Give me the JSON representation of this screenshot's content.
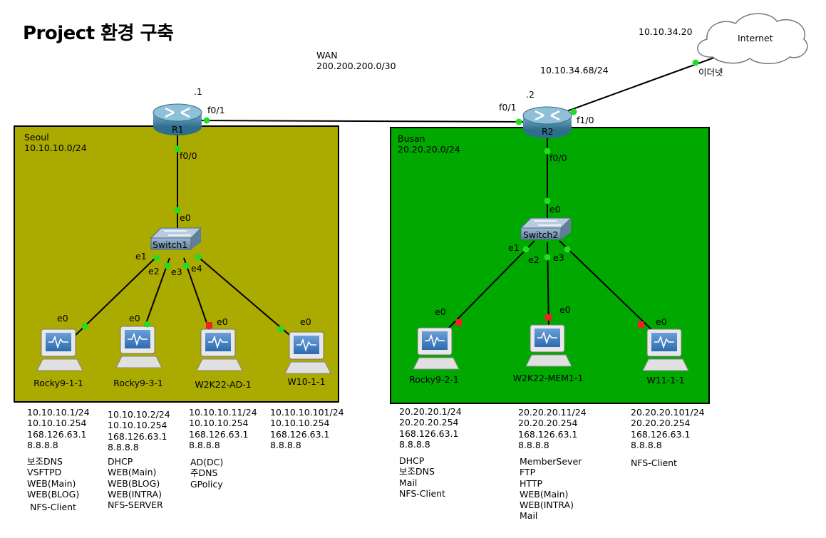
{
  "title": "Project 환경 구축",
  "wan": {
    "label": "WAN",
    "network": "200.200.200.0/30"
  },
  "internet": {
    "label": "Internet",
    "ip": "10.10.34.20",
    "link_ip": "10.10.34.68/24",
    "iface": "이더넷"
  },
  "r1": {
    "name": "R1",
    "host_id": ".1",
    "wan_if": "f0/1",
    "lan_if": "f0/0"
  },
  "r2": {
    "name": "R2",
    "host_id": ".2",
    "wan_if": "f0/1",
    "inet_if": "f1/0",
    "lan_if": "f0/0"
  },
  "seoul": {
    "name": "Seoul",
    "network": "10.10.10.0/24",
    "switch": {
      "name": "Switch1",
      "uplink": "e0",
      "ports": [
        "e1",
        "e2",
        "e3",
        "e4"
      ]
    },
    "hosts": [
      {
        "name": "Rocky9-1-1",
        "port": "e0",
        "port_color": "#22dd22",
        "ip": "10.10.10.1/24\n10.10.10.254\n168.126.63.1\n8.8.8.8",
        "roles": "보조DNS\nVSFTPD\nWEB(Main)\nWEB(BLOG)",
        "extra": "NFS-Client"
      },
      {
        "name": "Rocky9-3-1",
        "port": "e0",
        "port_color": "#22dd22",
        "ip": "10.10.10.2/24\n10.10.10.254\n168.126.63.1\n8.8.8.8",
        "roles": "DHCP\nWEB(Main)\nWEB(BLOG)\nWEB(INTRA)\nNFS-SERVER",
        "extra": ""
      },
      {
        "name": "W2K22-AD-1",
        "port": "e0",
        "port_color": "#ee2222",
        "ip": "10.10.10.11/24\n10.10.10.254\n168.126.63.1\n8.8.8.8",
        "roles": "AD(DC)\n주DNS\nGPolicy",
        "extra": ""
      },
      {
        "name": "W10-1-1",
        "port": "e0",
        "port_color": "#22dd22",
        "ip": "10.10.10.101/24\n10.10.10.254\n168.126.63.1\n8.8.8.8",
        "roles": "",
        "extra": ""
      }
    ]
  },
  "busan": {
    "name": "Busan",
    "network": "20.20.20.0/24",
    "switch": {
      "name": "Switch2",
      "uplink": "e0",
      "ports": [
        "e1",
        "e2",
        "e3"
      ]
    },
    "hosts": [
      {
        "name": "Rocky9-2-1",
        "port": "e0",
        "port_color": "#ee2222",
        "ip": "20.20.20.1/24\n20.20.20.254\n168.126.63.1\n8.8.8.8",
        "roles": "DHCP\n보조DNS\nMail\nNFS-Client",
        "extra": ""
      },
      {
        "name": "W2K22-MEM1-1",
        "port": "e0",
        "port_color": "#ee2222",
        "ip": "20.20.20.11/24\n20.20.20.254\n168.126.63.1\n8.8.8.8",
        "roles": "MemberSever\nFTP\nHTTP\nWEB(Main)\nWEB(INTRA)\nMail",
        "extra": ""
      },
      {
        "name": "W11-1-1",
        "port": "e0",
        "port_color": "#ee2222",
        "ip": "20.20.20.101/24\n20.20.20.254\n168.126.63.1\n8.8.8.8",
        "roles": "NFS-Client",
        "extra": ""
      }
    ]
  },
  "colors": {
    "seoul_zone": "#aaaa00",
    "busan_zone": "#00a800",
    "link_up": "#22dd22",
    "link_down": "#ee2222"
  }
}
